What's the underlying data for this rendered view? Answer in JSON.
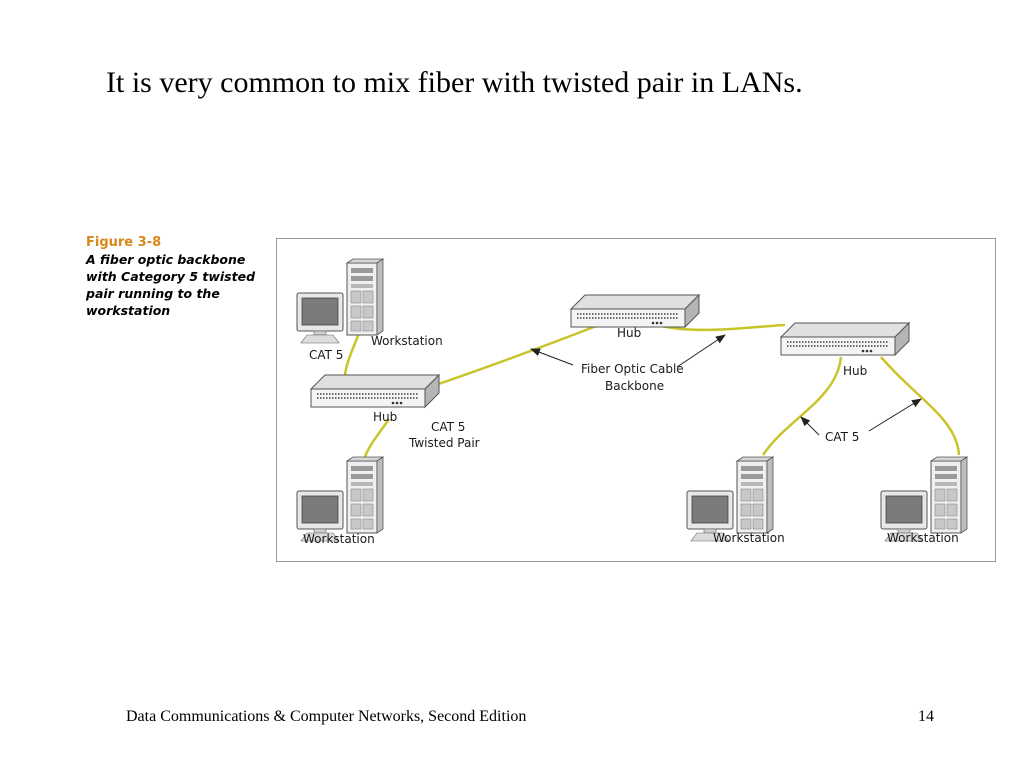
{
  "slide": {
    "title": "It is very common to mix fiber with twisted pair in LANs.",
    "footer": "Data Communications & Computer Networks, Second Edition",
    "page_number": "14"
  },
  "figure": {
    "number": "Figure 3-8",
    "caption": "A fiber optic backbone with Category 5 twisted pair running to the workstation"
  },
  "diagram": {
    "labels": {
      "workstation_top_left": "Workstation",
      "cat5_top_left": "CAT 5",
      "hub_left": "Hub",
      "cat5_twisted_line1": "CAT 5",
      "cat5_twisted_line2": "Twisted Pair",
      "workstation_bottom_left": "Workstation",
      "hub_center": "Hub",
      "fiber_line1": "Fiber Optic Cable",
      "fiber_line2": "Backbone",
      "hub_right": "Hub",
      "cat5_right": "CAT 5",
      "workstation_bottom_center": "Workstation",
      "workstation_bottom_right": "Workstation"
    },
    "colors": {
      "cable": "#c9c42a",
      "frame": "#9a9a9a",
      "caption_accent": "#d8871a"
    }
  }
}
